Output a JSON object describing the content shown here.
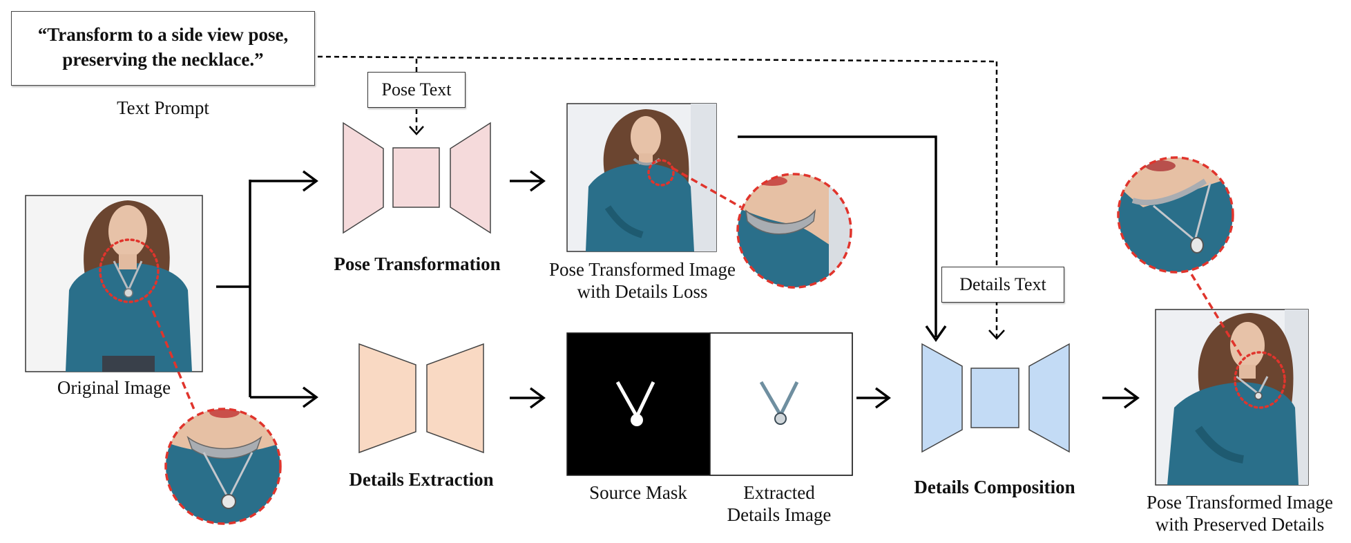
{
  "prompt": {
    "line1": "“Transform to a side view pose,",
    "line2": "preserving the necklace.”",
    "caption": "Text Prompt"
  },
  "labels": {
    "pose_text": "Pose Text",
    "details_text": "Details Text",
    "original_image": "Original Image",
    "pose_transformation": "Pose Transformation",
    "pose_transformed_1": "Pose Transformed Image",
    "pose_transformed_2": "with Details Loss",
    "details_extraction": "Details Extraction",
    "source_mask": "Source Mask",
    "extracted_1": "Extracted",
    "extracted_2": "Details Image",
    "details_composition": "Details Composition",
    "final_1": "Pose Transformed Image",
    "final_2": "with Preserved Details"
  },
  "colors": {
    "pose_module": "#f5dadb",
    "extraction_module": "#f9d9c3",
    "composition_module": "#c3dbf5",
    "highlight": "#e0342c",
    "garment": "#2a6f8a",
    "hair": "#6b4530"
  }
}
